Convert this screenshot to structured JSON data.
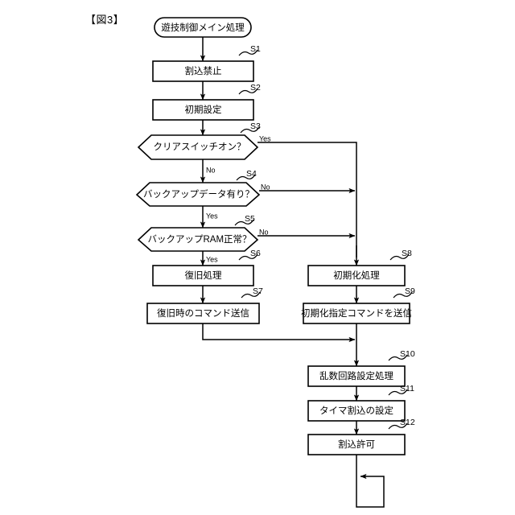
{
  "figure": {
    "label": "【図3】",
    "title": "遊技制御メイン処理"
  },
  "chart_data": {
    "type": "diagram",
    "title": "遊技制御メイン処理",
    "nodes": [
      {
        "id": "start",
        "kind": "terminator",
        "label": "遊技制御メイン処理",
        "step": ""
      },
      {
        "id": "s1",
        "kind": "process",
        "label": "割込禁止",
        "step": "S1"
      },
      {
        "id": "s2",
        "kind": "process",
        "label": "初期設定",
        "step": "S2"
      },
      {
        "id": "s3",
        "kind": "decision",
        "label": "クリアスイッチオン？",
        "step": "S3"
      },
      {
        "id": "s4",
        "kind": "decision",
        "label": "バックアップデータ有り？",
        "step": "S4"
      },
      {
        "id": "s5",
        "kind": "decision",
        "label": "バックアップRAM正常？",
        "step": "S5"
      },
      {
        "id": "s6",
        "kind": "process",
        "label": "復旧処理",
        "step": "S6"
      },
      {
        "id": "s7",
        "kind": "process",
        "label": "復旧時のコマンド送信",
        "step": "S7"
      },
      {
        "id": "s8",
        "kind": "process",
        "label": "初期化処理",
        "step": "S8"
      },
      {
        "id": "s9",
        "kind": "process",
        "label": "初期化指定コマンドを送信",
        "step": "S9"
      },
      {
        "id": "s10",
        "kind": "process",
        "label": "乱数回路設定処理",
        "step": "S10"
      },
      {
        "id": "s11",
        "kind": "process",
        "label": "タイマ割込の設定",
        "step": "S11"
      },
      {
        "id": "s12",
        "kind": "process",
        "label": "割込許可",
        "step": "S12"
      }
    ],
    "branch_labels": [
      {
        "from": "s3",
        "label": "Yes",
        "to": "s8"
      },
      {
        "from": "s3",
        "label": "No",
        "to": "s4"
      },
      {
        "from": "s4",
        "label": "No",
        "to": "s8"
      },
      {
        "from": "s4",
        "label": "Yes",
        "to": "s5"
      },
      {
        "from": "s5",
        "label": "No",
        "to": "s8"
      },
      {
        "from": "s5",
        "label": "Yes",
        "to": "s6"
      }
    ],
    "edges": [
      {
        "from": "start",
        "to": "s1"
      },
      {
        "from": "s1",
        "to": "s2"
      },
      {
        "from": "s2",
        "to": "s3"
      },
      {
        "from": "s3",
        "to": "s4"
      },
      {
        "from": "s4",
        "to": "s5"
      },
      {
        "from": "s5",
        "to": "s6"
      },
      {
        "from": "s6",
        "to": "s7"
      },
      {
        "from": "s7",
        "to": "s10"
      },
      {
        "from": "s8",
        "to": "s9"
      },
      {
        "from": "s9",
        "to": "s10"
      },
      {
        "from": "s10",
        "to": "s11"
      },
      {
        "from": "s11",
        "to": "s12"
      },
      {
        "from": "s12",
        "to": "loop"
      }
    ]
  },
  "texts": {
    "start_label": "遊技制御メイン処理",
    "s1_label": "割込禁止",
    "s2_label": "初期設定",
    "s3_label": "クリアスイッチオン？",
    "s4_label": "バックアップデータ有り？",
    "s5_label": "バックアップRAM正常？",
    "s6_label": "復旧処理",
    "s7_label": "復旧時のコマンド送信",
    "s8_label": "初期化処理",
    "s9_label": "初期化指定コマンドを送信",
    "s10_label": "乱数回路設定処理",
    "s11_label": "タイマ割込の設定",
    "s12_label": "割込許可"
  },
  "steps": {
    "s1": "S1",
    "s2": "S2",
    "s3": "S3",
    "s4": "S4",
    "s5": "S5",
    "s6": "S6",
    "s7": "S7",
    "s8": "S8",
    "s9": "S9",
    "s10": "S10",
    "s11": "S11",
    "s12": "S12"
  },
  "branches": {
    "s3_yes": "Yes",
    "s3_no": "No",
    "s4_no": "No",
    "s4_yes": "Yes",
    "s5_no": "No",
    "s5_yes": "Yes"
  },
  "colors": {
    "stroke": "#000000",
    "fill": "#ffffff",
    "background": "#ffffff"
  }
}
